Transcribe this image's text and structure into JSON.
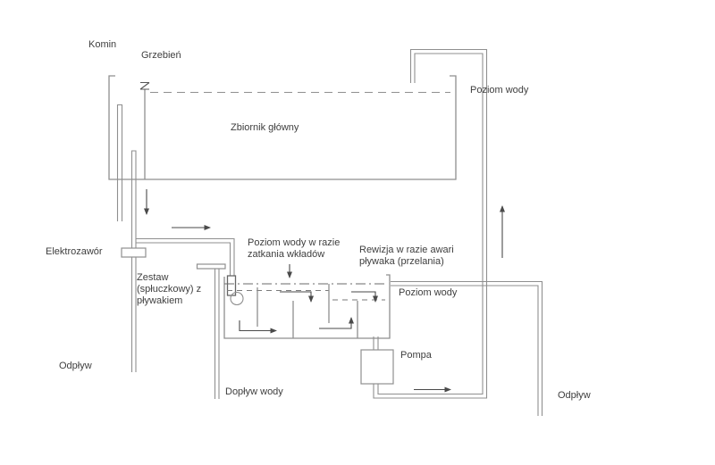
{
  "colors": {
    "line": "#8f8f8f",
    "dark": "#4a4a4a",
    "text": "#3e3e3e",
    "bg": "#ffffff"
  },
  "labels": {
    "komin": "Komin",
    "grzebien": "Grzebień",
    "zbiornik_glowny": "Zbiornik główny",
    "poziom_wody_top": "Poziom wody",
    "elektrozawor": "Elektrozawór",
    "zestaw_line1": "Zestaw",
    "zestaw_line2": "(spłuczkowy) z",
    "zestaw_line3": "pływakiem",
    "poziom_zatkania_line1": "Poziom wody w razie",
    "poziom_zatkania_line2": "zatkania wkładów",
    "rewizja_line1": "Rewizja w razie awari",
    "rewizja_line2": "pływaka (przelania)",
    "poziom_wody_small": "Poziom wody",
    "odplyw_left": "Odpływ",
    "doplyw_wody": "Dopływ wody",
    "pompa": "Pompa",
    "odplyw_right": "Odpływ"
  }
}
